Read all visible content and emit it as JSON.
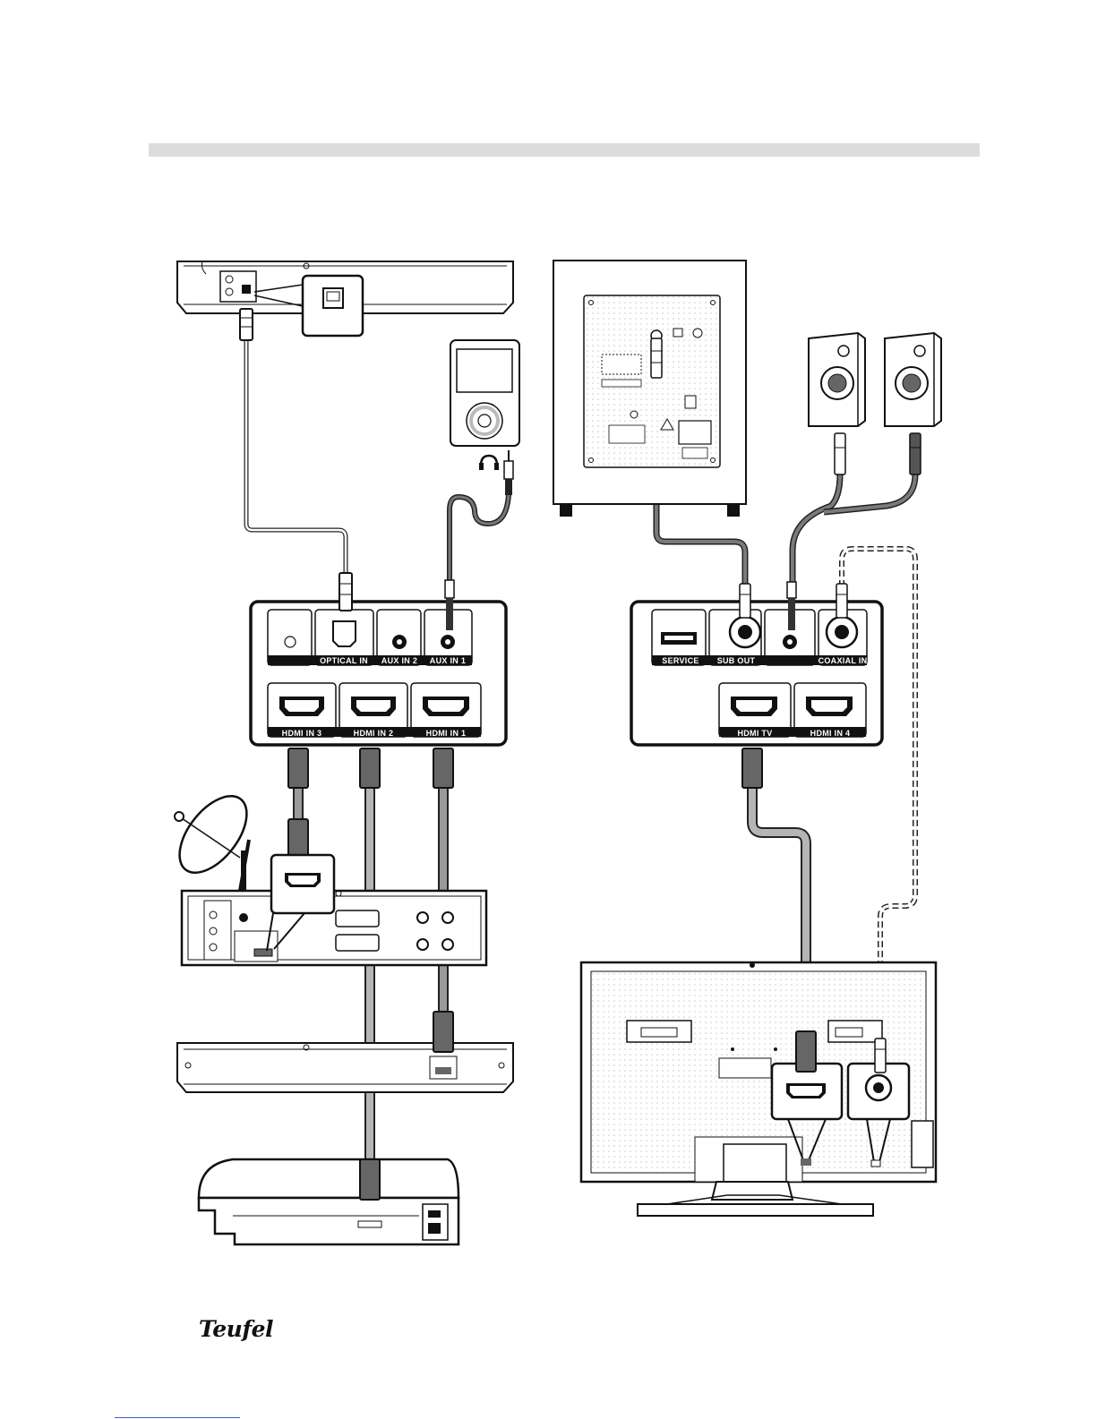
{
  "brand": {
    "name": "Teufel"
  },
  "hub_left": {
    "labels": {
      "optical": "OPTICAL IN",
      "aux2": "AUX IN 2",
      "aux1": "AUX IN 1",
      "hdmi3": "HDMI IN 3",
      "hdmi2": "HDMI IN 2",
      "hdmi1": "HDMI IN 1"
    }
  },
  "hub_right": {
    "labels": {
      "service": "SERVICE",
      "sub": "SUB OUT",
      "coax": "COAXIAL IN",
      "hdmitv": "HDMI TV",
      "hdmi4": "HDMI IN 4"
    }
  },
  "colors": {
    "cable_grey": "#8a8a8a",
    "cable_dark": "#555555",
    "panel": "#111111",
    "header": "#dcdcdc"
  }
}
